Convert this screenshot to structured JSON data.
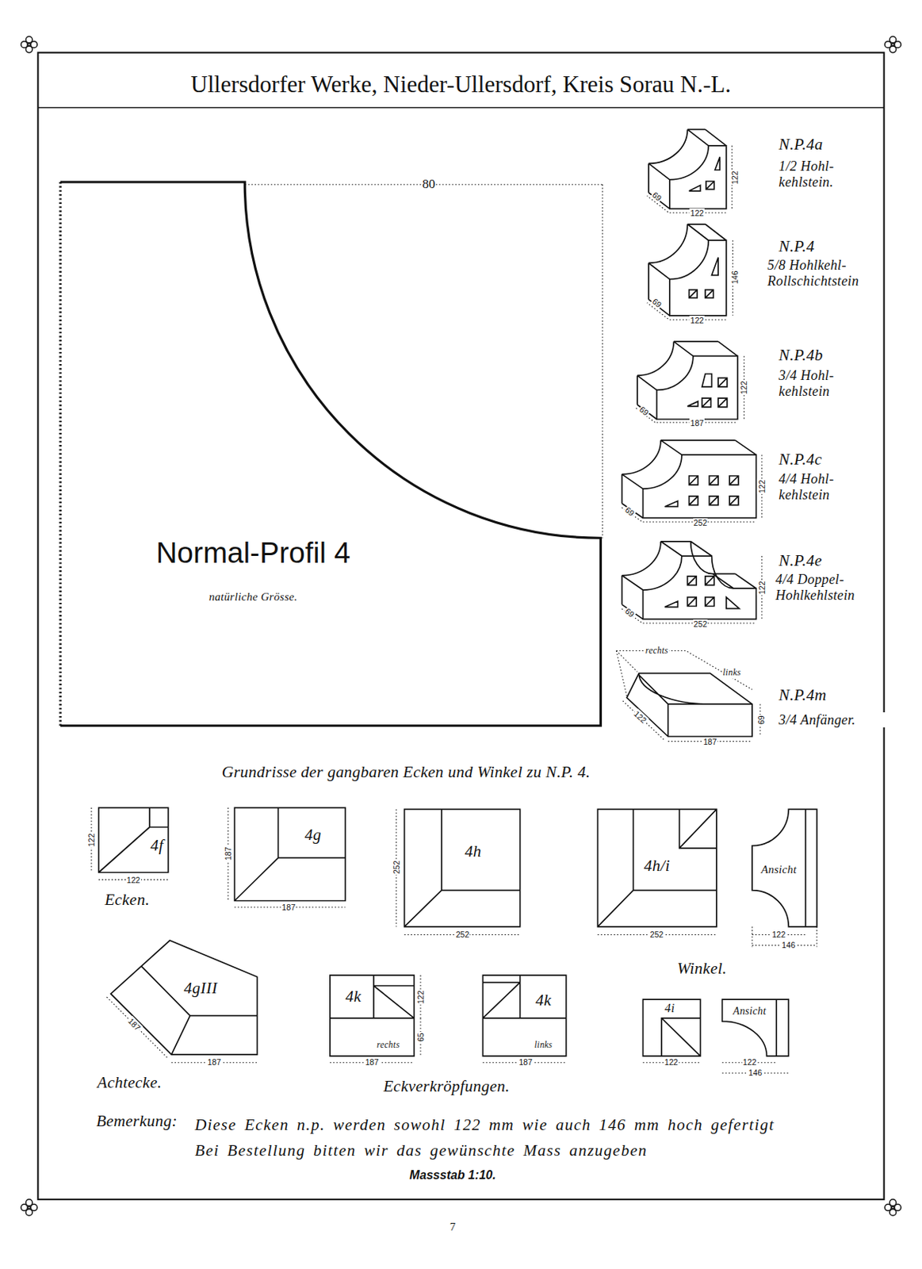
{
  "diagram": {
    "title": "Ullersdorfer Werke, Nieder-Ullersdorf, Kreis Sorau N.-L.",
    "nodes": [
      {
        "text": [
          "Normal-Profil 4",
          "natürliche Grösse."
        ]
      },
      {
        "text": [
          "4f"
        ]
      },
      {
        "text": [
          "4g"
        ]
      },
      {
        "text": [
          "4h"
        ]
      },
      {
        "text": [
          "4h/i"
        ]
      },
      {
        "text": [
          "Ansicht"
        ]
      },
      {
        "text": [
          "4gIII"
        ]
      },
      {
        "text": [
          "4k",
          "rechts"
        ]
      },
      {
        "text": [
          "4k",
          "links"
        ]
      },
      {
        "text": [
          "4i"
        ]
      },
      {
        "text": [
          "Ansicht"
        ]
      }
    ],
    "labels": [
      "80",
      "N.P.4a",
      "1/2 Hohl- kehlstein.",
      "122",
      "69",
      "122",
      "N.P.4",
      "5/8 Hohlkehl- Rollschichtstein",
      "146",
      "69",
      "122",
      "N.P.4b",
      "3/4 Hohl- kehlstein",
      "122",
      "69",
      "187",
      "N.P.4c",
      "4/4 Hohl- kehlstein",
      "122",
      "69",
      "252",
      "N.P.4e",
      "4/4 Doppel- Hohlkehlstein",
      "122",
      "69",
      "252",
      "rechts",
      "links",
      "122",
      "187",
      "69",
      "N.P.4m",
      "3/4 Anfänger.",
      "Grundrisse der gangbaren Ecken und Winkel zu N.P. 4.",
      "122",
      "122",
      "Ecken.",
      "187",
      "187",
      "252",
      "252",
      "252",
      "122",
      "146",
      "Winkel.",
      "187",
      "187",
      "Achtecke.",
      "122",
      "65",
      "187",
      "187",
      "Eckverkröpfungen.",
      "122",
      "122",
      "146",
      "Bemerkung:",
      "Diese Ecken n.p. werden sowohl 122 mm wie auch 146 mm hoch gefertigt Bei Bestellung bitten wir das gewünschte Mass anzugeben",
      "Massstab 1:10.",
      "7"
    ]
  }
}
